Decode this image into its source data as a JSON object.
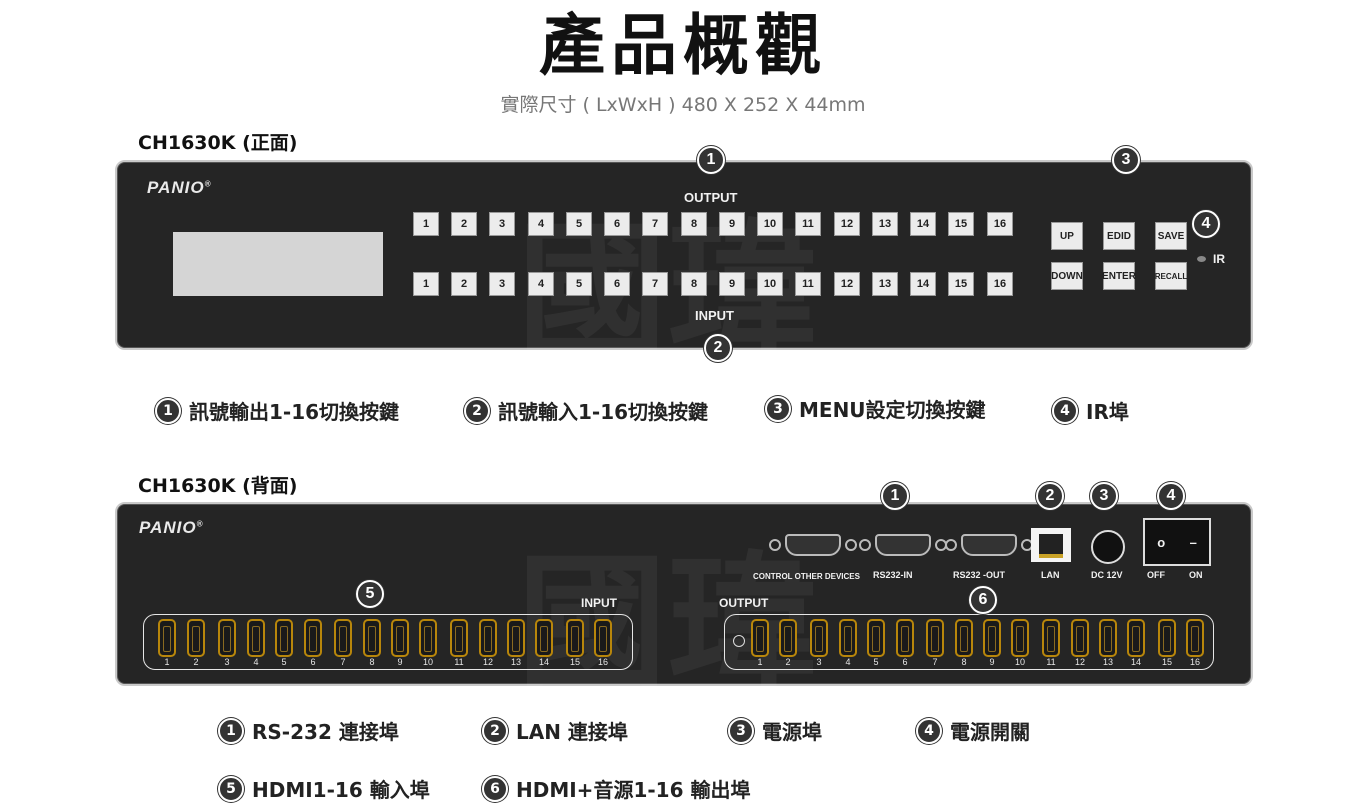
{
  "title": "產品概觀",
  "subtitle": "實際尺寸 ( LxWxH ) 480 X 252 X 44mm",
  "front": {
    "model": "CH1630K (正面)",
    "brand": "PANIO",
    "output_label": "OUTPUT",
    "input_label": "INPUT",
    "outputs": [
      "1",
      "2",
      "3",
      "4",
      "5",
      "6",
      "7",
      "8",
      "9",
      "10",
      "11",
      "12",
      "13",
      "14",
      "15",
      "16"
    ],
    "inputs": [
      "1",
      "2",
      "3",
      "4",
      "5",
      "6",
      "7",
      "8",
      "9",
      "10",
      "11",
      "12",
      "13",
      "14",
      "15",
      "16"
    ],
    "menu_keys": [
      "UP",
      "EDID",
      "SAVE",
      "DOWN",
      "ENTER",
      "RECALL"
    ],
    "ir_label": "IR",
    "badges": [
      "1",
      "2",
      "3",
      "4"
    ]
  },
  "front_legend": [
    {
      "num": "1",
      "text": "訊號輸出1-16切換按鍵"
    },
    {
      "num": "2",
      "text": "訊號輸入1-16切換按鍵"
    },
    {
      "num": "3",
      "text": "MENU設定切換按鍵"
    },
    {
      "num": "4",
      "text": "IR埠"
    }
  ],
  "rear": {
    "model": "CH1630K (背面)",
    "brand": "PANIO",
    "input_label": "INPUT",
    "output_label": "OUTPUT",
    "control_label": "CONTROL OTHER DEVICES",
    "rs232_in": "RS232-IN",
    "rs232_out": "RS232 -OUT",
    "lan": "LAN",
    "dc": "DC 12V",
    "off": "OFF",
    "on": "ON",
    "switch_symbols": [
      "o",
      "–"
    ],
    "ports": [
      "1",
      "2",
      "3",
      "4",
      "5",
      "6",
      "7",
      "8",
      "9",
      "10",
      "11",
      "12",
      "13",
      "14",
      "15",
      "16"
    ],
    "badges": [
      "1",
      "2",
      "3",
      "4",
      "5",
      "6"
    ]
  },
  "rear_legend": [
    {
      "num": "1",
      "text": "RS-232 連接埠"
    },
    {
      "num": "2",
      "text": "LAN 連接埠"
    },
    {
      "num": "3",
      "text": "電源埠"
    },
    {
      "num": "4",
      "text": "電源開關"
    },
    {
      "num": "5",
      "text": "HDMI1-16 輸入埠"
    },
    {
      "num": "6",
      "text": "HDMI+音源1-16 輸出埠"
    }
  ]
}
